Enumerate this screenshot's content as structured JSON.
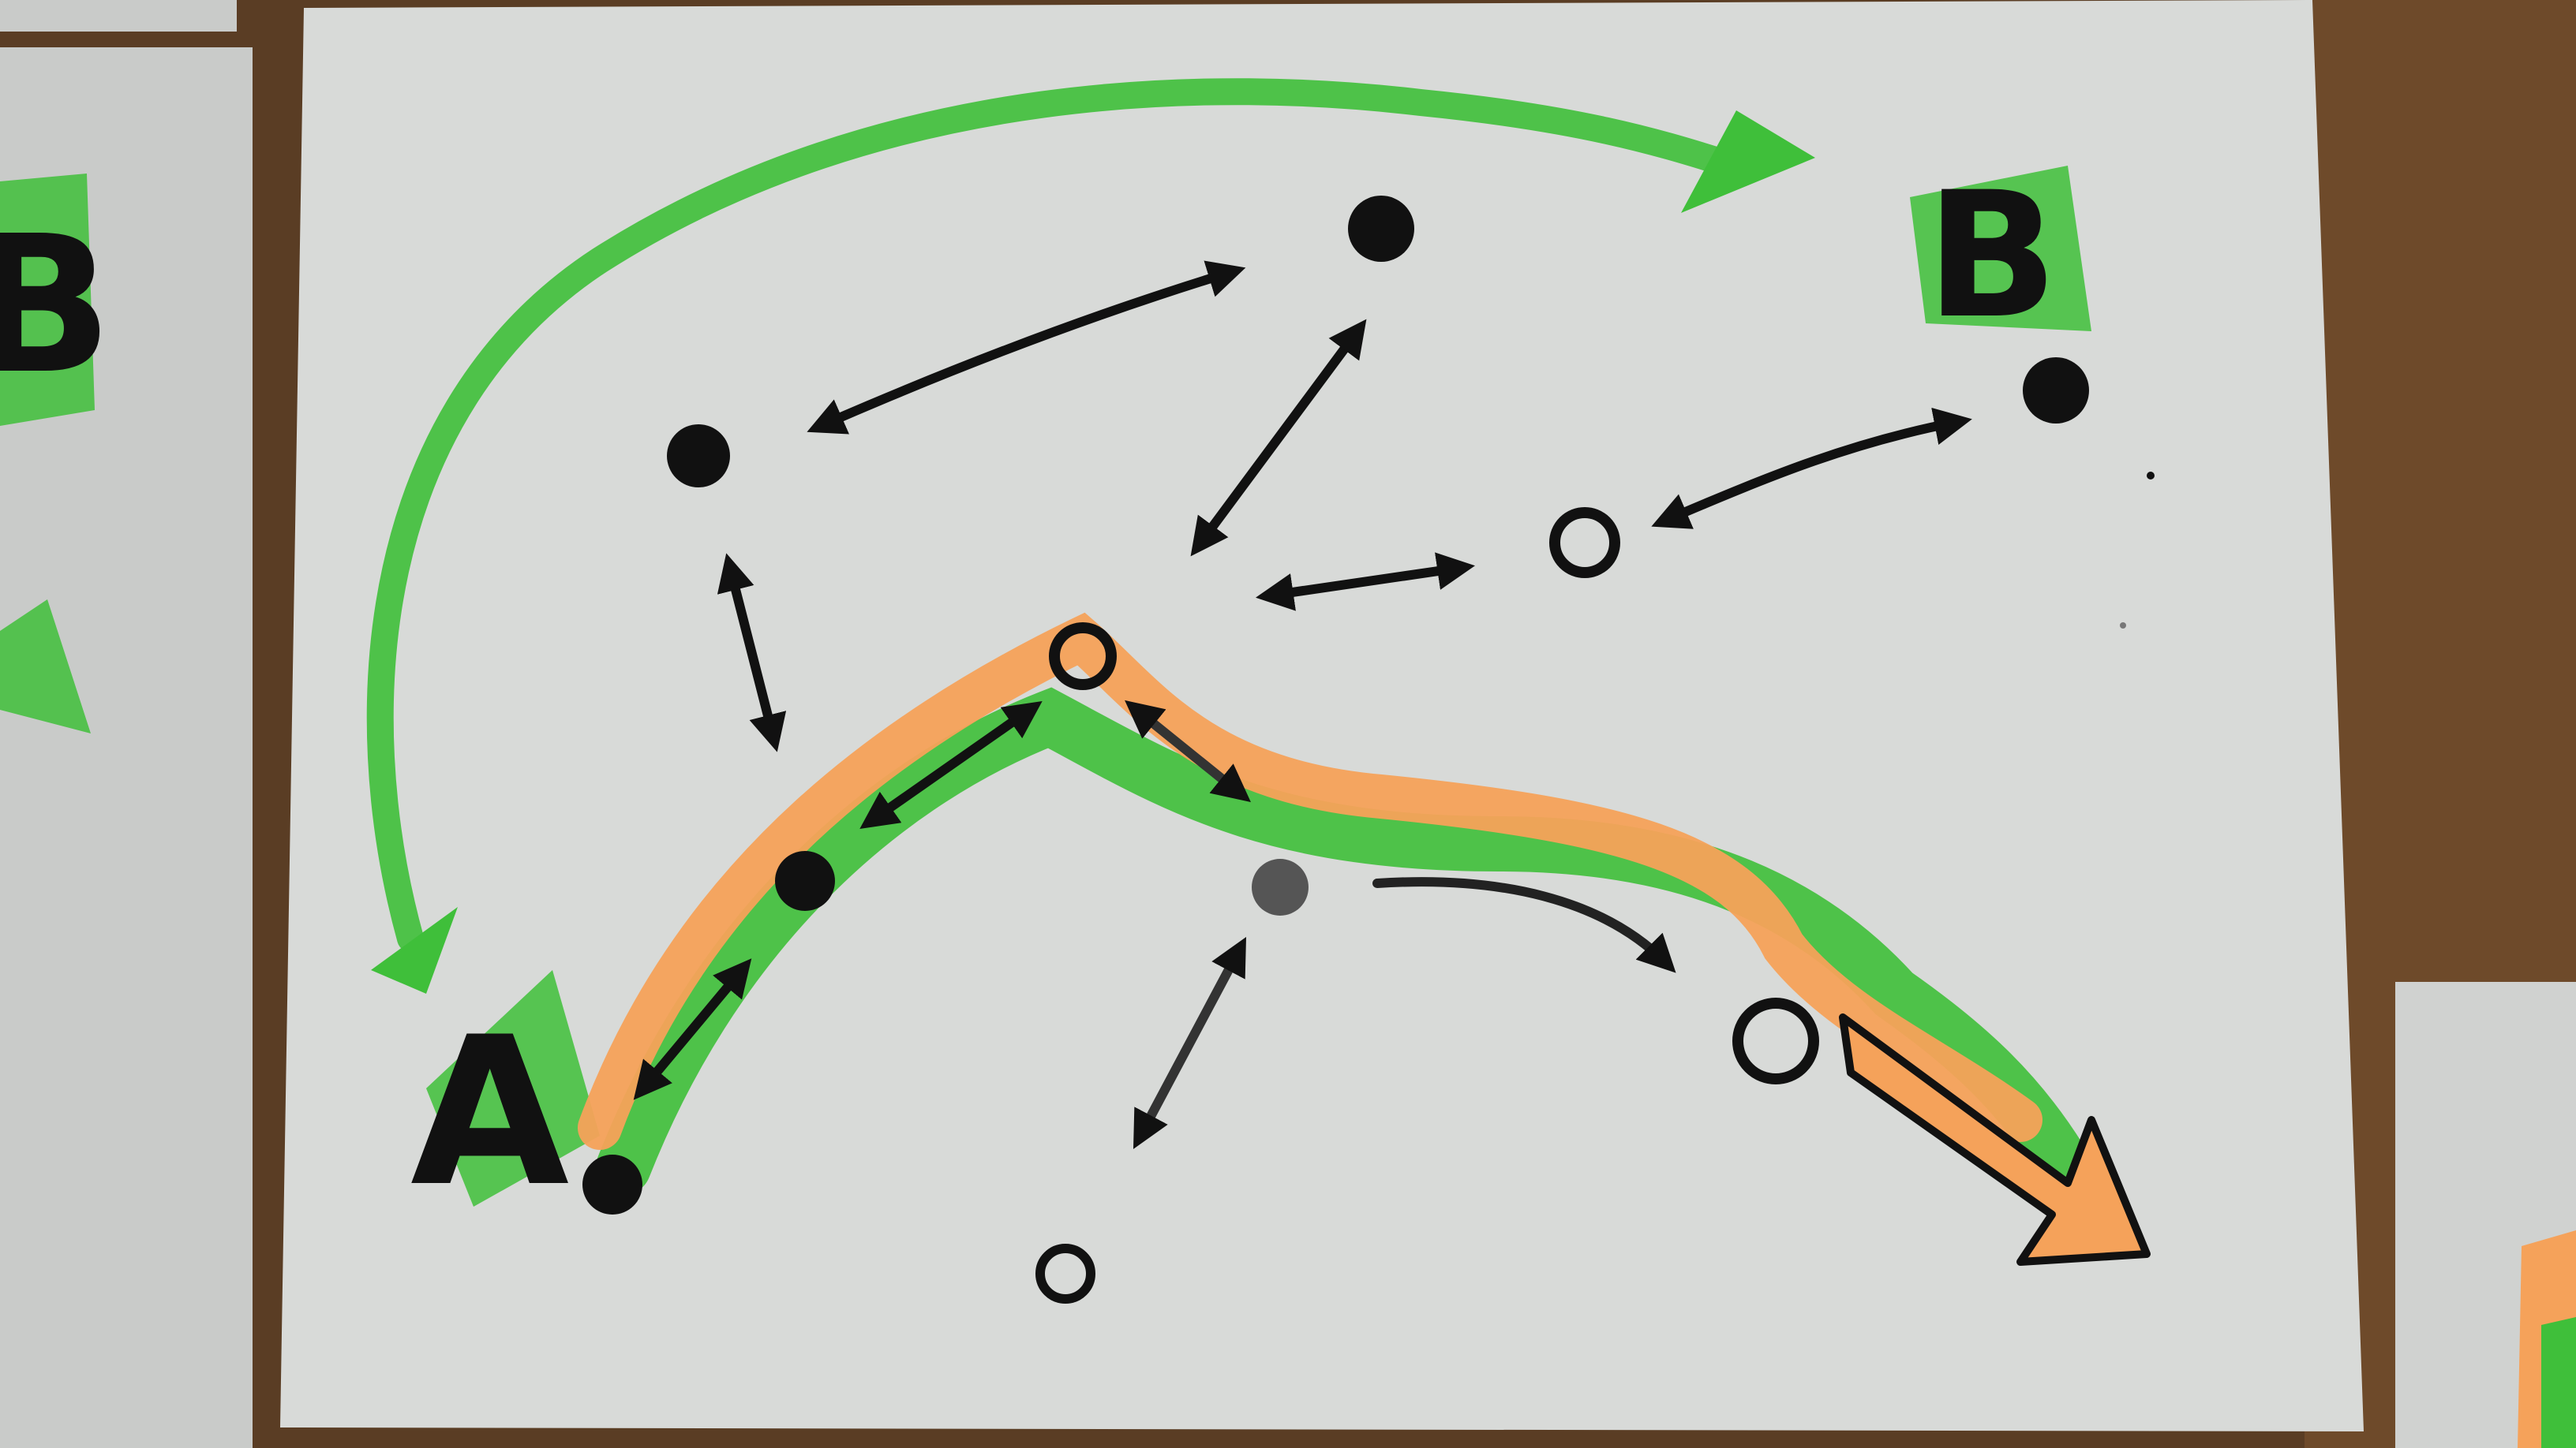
{
  "diagram": {
    "labels": {
      "start": "A",
      "end": "B",
      "edge_left": "B"
    },
    "colors": {
      "paper": "#d8dad8",
      "ink": "#111111",
      "highlight_green": "#3fbf3a",
      "highlight_orange": "#f5a25a",
      "table": "#5a3d24"
    }
  }
}
